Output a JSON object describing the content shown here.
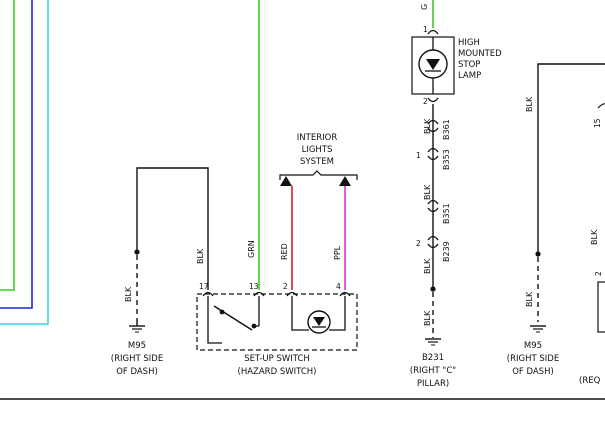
{
  "labels": {
    "high_stop_lamp": [
      "HIGH",
      "MOUNTED",
      "STOP",
      "LAMP"
    ],
    "interior_lights": [
      "INTERIOR",
      "LIGHTS",
      "SYSTEM"
    ],
    "setup_switch": [
      "SET-UP SWITCH",
      "(HAZARD SWITCH)"
    ],
    "ground_m95_left": [
      "M95",
      "(RIGHT SIDE",
      "OF DASH)"
    ],
    "ground_b231": [
      "B231",
      "(RIGHT \"C\"",
      "PILLAR)"
    ],
    "ground_m95_right": [
      "M95",
      "(RIGHT SIDE",
      "OF DASH)"
    ],
    "cut_off_label": "(REQ"
  },
  "wires": {
    "blk": "BLK",
    "grn": "GRN",
    "red": "RED",
    "ppl": "PPL",
    "g_cut": "G"
  },
  "connectors": {
    "b361": "B361",
    "b353": "B353",
    "b351": "B351",
    "b239": "B239"
  },
  "pins": {
    "p17": "17",
    "p13": "13",
    "p2": "2",
    "p4": "4",
    "lamp1": "1",
    "lamp2": "2",
    "b353_1": "1",
    "b239_2": "2",
    "right_15": "15",
    "right_2": "2"
  },
  "colors": {
    "green": "#3ccc28",
    "blue": "#1a2ad8",
    "cyan": "#35d6e6",
    "red": "#e02020",
    "purple": "#e030e0",
    "black": "#111111"
  }
}
